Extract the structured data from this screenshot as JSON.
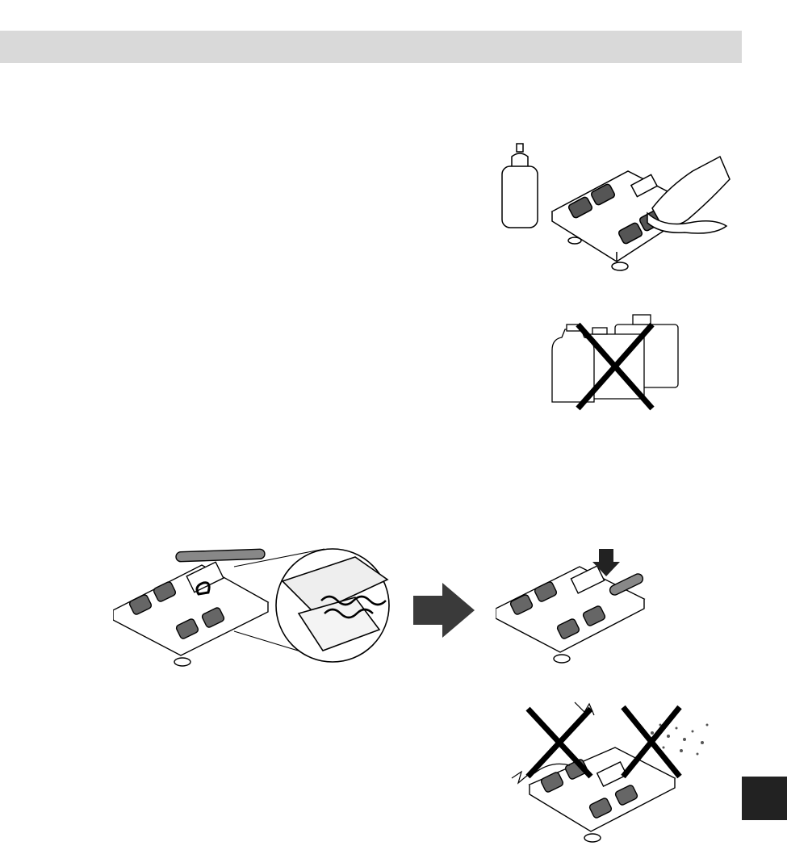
{
  "page": {
    "header_band_color": "#d9d9d9",
    "side_tab_color": "#222222"
  },
  "illustrations": [
    {
      "name": "cleaning-with-cloth",
      "icon": "bottle-and-scale-wiping"
    },
    {
      "name": "no-solvents",
      "icon": "solvent-containers-crossed-out"
    },
    {
      "name": "cable-storage",
      "icon": "scale-cable-storage-detail"
    },
    {
      "name": "direction-arrow",
      "icon": "right-arrow"
    },
    {
      "name": "grip-stored",
      "icon": "scale-grip-pressed-in"
    },
    {
      "name": "no-shock-no-dust",
      "icon": "scale-impact-and-dust-crossed-out"
    }
  ]
}
